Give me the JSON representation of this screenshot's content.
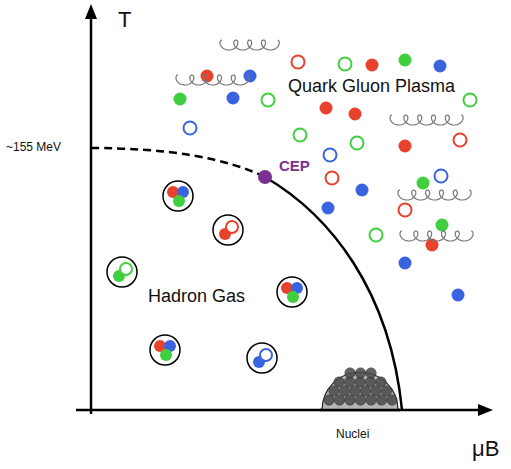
{
  "diagram": {
    "labels": [
      "T",
      "~155 MeV",
      "CEP",
      "Quark Gluon Plasma",
      "Hadron Gas",
      "Nuclei",
      "μB"
    ]
  }
}
